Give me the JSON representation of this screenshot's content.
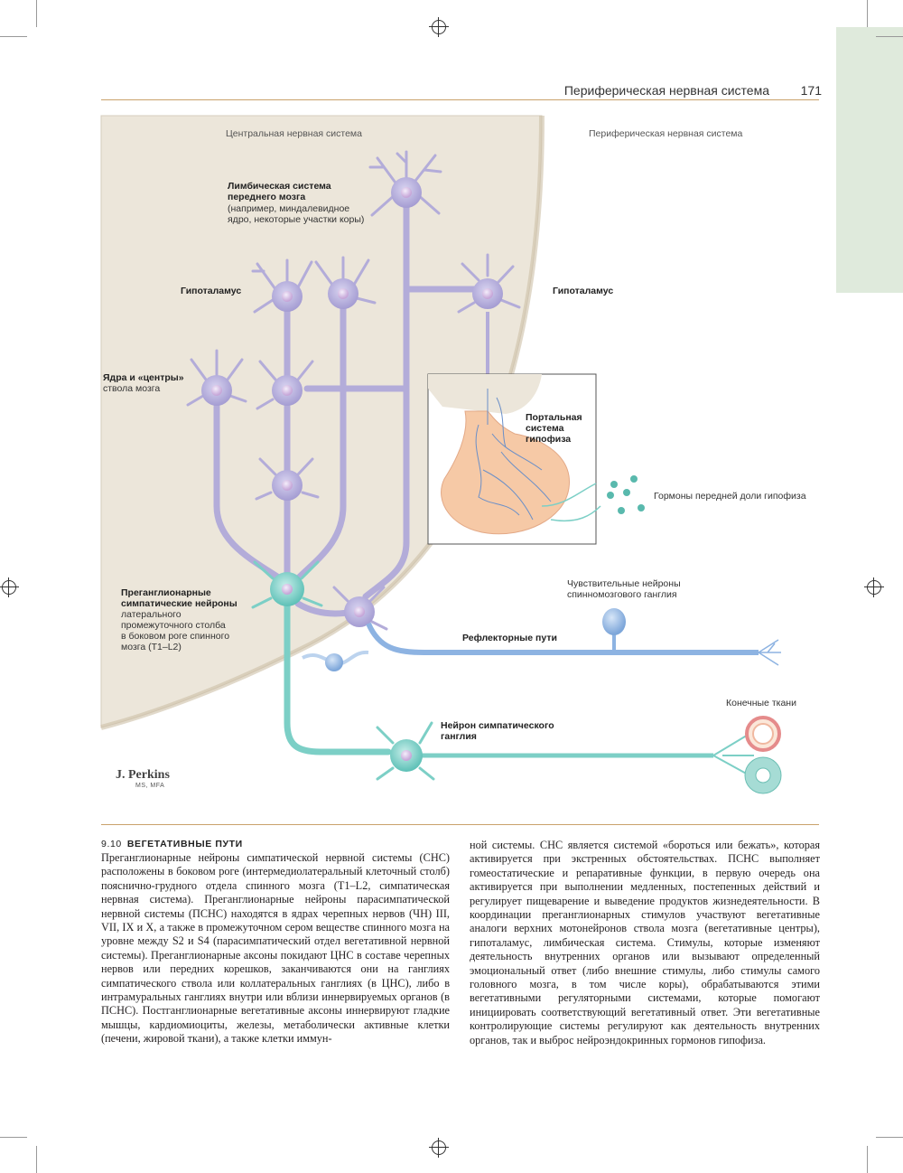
{
  "header": {
    "running_title": "Периферическая нервная система",
    "page_number": "171"
  },
  "figure": {
    "region_cns": "Центральная нервная система",
    "region_pns": "Периферическая нервная система",
    "limbic": {
      "title_line1": "Лимбическая система",
      "title_line2": "переднего мозга",
      "detail_line1": "(например, миндалевидное",
      "detail_line2": "ядро, некоторые участки коры)"
    },
    "hypothalamus_left": "Гипоталамус",
    "hypothalamus_right": "Гипоталамус",
    "brainstem": {
      "title": "Ядра и «центры»",
      "detail": "ствола мозга"
    },
    "portal": {
      "line1": "Портальная",
      "line2": "система",
      "line3": "гипофиза"
    },
    "hormones": "Гормоны передней доли гипофиза",
    "sensory": {
      "line1": "Чувствительные нейроны",
      "line2": "спинномозгового ганглия"
    },
    "preganglionic": {
      "title_line1": "Преганглионарные",
      "title_line2": "симпатические нейроны",
      "detail_line1": "латерального",
      "detail_line2": "промежуточного столба",
      "detail_line3": "в боковом роге спинного",
      "detail_line4": "мозга (T1–L2)"
    },
    "reflex": "Рефлекторные пути",
    "target_tissues": "Конечные ткани",
    "ganglion_neuron": {
      "line1": "Нейрон симпатического",
      "line2": "ганглия"
    },
    "credit_name": "J. Perkins",
    "credit_degree": "MS, MFA",
    "colors": {
      "cns_fill": "#ece6da",
      "neuron": "#b3acd9",
      "neuron_dark": "#8f87c4",
      "preganglionic": "#7ccfc6",
      "sensory": "#8db3e2",
      "pituitary": "#f6c9a6"
    }
  },
  "section": {
    "number": "9.10",
    "title": "ВЕГЕТАТИВНЫЕ ПУТИ",
    "col1": "Преганглионарные нейроны симпатической нервной системы (СНС) расположены в боковом роге (интермедиолатеральный клеточный столб) пояснично-грудного отдела спинного мозга (T1–L2, симпатическая нервная система). Преганглионарные нейроны парасимпатической нервной системы (ПСНС) находятся в ядрах черепных нервов (ЧН) III, VII, IX и X, а также в промежуточном сером веществе спинного мозга на уровне между S2 и S4 (парасимпатический отдел вегетативной нервной системы). Преганглионарные аксоны покидают ЦНС в составе черепных нервов или передних корешков, заканчиваются они на ганглиях симпатического ствола или коллатеральных ганглиях (в ЦНС), либо в интрамуральных ганглиях внутри или вблизи иннервируемых органов (в ПСНС). Постганглионарные вегетативные аксоны иннервируют гладкие мышцы, кардиомиоциты, железы, метаболически активные клетки (печени, жировой ткани), а также клетки иммун-",
    "col2": "ной системы. СНС является системой «бороться или бежать», которая активируется при экстренных обстоятельствах. ПСНС выполняет гомеостатические и репаративные функции, в первую очередь она активируется при выполнении медленных, постепенных действий и регулирует пищеварение и выведение продуктов жизнедеятельности. В координации преганглионарных стимулов участвуют вегетативные аналоги верхних мотонейронов ствола мозга (вегетативные центры), гипоталамус, лимбическая система. Стимулы, которые изменяют деятельность внутренних органов или вызывают определенный эмоциональный ответ (либо внешние стимулы, либо стимулы самого головного мозга, в том числе коры), обрабатываются этими вегетативными регуляторными системами, которые помогают инициировать соответствующий вегетативный ответ. Эти вегетативные контролирующие системы регулируют как деятельность внутренних органов, так и выброс нейроэндокринных гормонов гипофиза."
  }
}
